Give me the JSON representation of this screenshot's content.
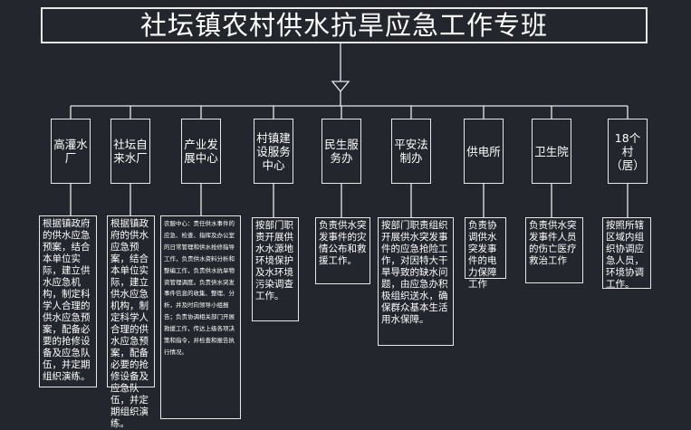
{
  "title": "社坛镇农村供水抗旱应急工作专班",
  "units": [
    {
      "name": "高灌水厂",
      "duty": "根据镇政府的供水应急预案，结合本单位实际，建立供水应急机构，制定科学人合理的供水应急预案，配备必要的抢修设备及应急队伍，并定期组织演练。"
    },
    {
      "name": "社坛自来水厂",
      "duty": "根据镇政府的供水应急预案，结合本单位实际，建立供水应急机构，制定科学人合理的供水应急预案，配备必要的抢修设备及应急队伍，并定期组织演练。"
    },
    {
      "name": "产业发展中心",
      "duty": "农服中心：责任供水事件的应急、检查、指挥及办公室的日常管理和供水抢修指导工作，负责供水资料分析和整编工作，负责供水抗旱物资管理调度。负责供水突发事件信息的收集、整理、分析，并及时向领导小组报告；负责协调相关部门开展救援工作，传达上级各项决策和指令，并检查和报告执行情况。"
    },
    {
      "name": "村镇建设服务中心",
      "duty": "按部门职责开展供水水源地环境保护及水环境污染调查工作。"
    },
    {
      "name": "民生服务办",
      "duty": "负责供水突发事件的灾情公布和救援工作。"
    },
    {
      "name": "平安法制办",
      "duty": "按部门职责组织开展供水突发事件的应急抢险工作，对因特大干旱导致的缺水问题，由应急办积极组织送水，确保群众基本生活用水保障。"
    },
    {
      "name": "供电所",
      "duty": "负责协调供水突发事件的电力保障工作"
    },
    {
      "name": "卫生院",
      "duty": "负责供水突发事件人员的伤亡医疗救治工作"
    },
    {
      "name": "18个村（居）",
      "duty": "按照所辖区域内组织协调应急人员，环境协调工作。"
    }
  ]
}
